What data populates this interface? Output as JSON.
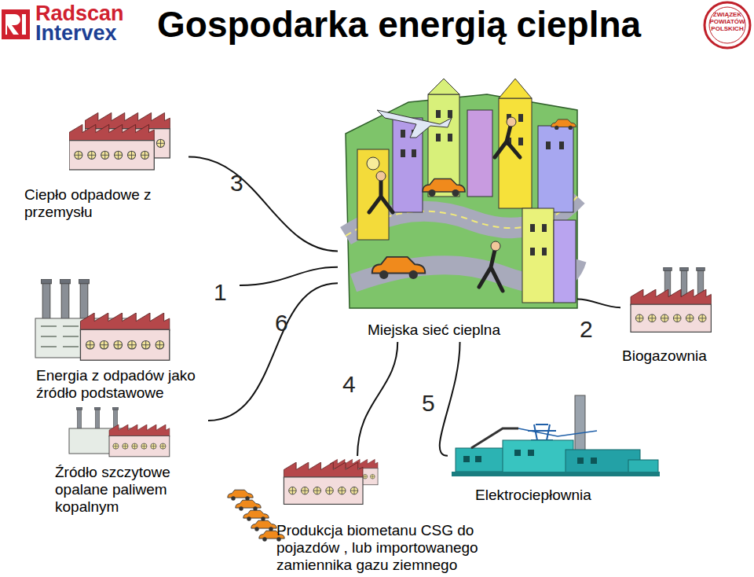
{
  "diagram": {
    "title": "Gospodarka energią cieplna",
    "nodes": [
      {
        "text": [
          "Ciepło odpadowe z przemysłu"
        ]
      },
      {
        "text": [
          "Miejska sieć cieplna"
        ]
      },
      {
        "text": [
          "Energia z odpadów jako źródło podstawowe"
        ]
      },
      {
        "text": [
          "Biogazownia"
        ]
      },
      {
        "text": [
          "Źródło szczytowe opalane paliwem kopalnym"
        ]
      },
      {
        "text": [
          "Elektrociepłownia"
        ]
      },
      {
        "text": [
          "Produkcja biometanu CSG do pojazdów , lub importowanego zamiennika gazu ziemnego"
        ]
      }
    ],
    "edges": [
      {
        "from": 0,
        "to": 1,
        "label": "3",
        "arrow": "none"
      },
      {
        "from": 2,
        "to": 1,
        "label": "1",
        "arrow": "none"
      },
      {
        "from": 4,
        "to": 1,
        "label": "6",
        "arrow": "none"
      },
      {
        "from": 6,
        "to": 1,
        "label": "4",
        "arrow": "none"
      },
      {
        "from": 5,
        "to": 1,
        "label": "5",
        "arrow": "none"
      },
      {
        "from": 3,
        "to": 1,
        "label": "2",
        "arrow": "none"
      }
    ],
    "labels": [
      "Radscan",
      "Intervex",
      "ZWIĄZEK POWIATÓW POLSKICH"
    ]
  }
}
